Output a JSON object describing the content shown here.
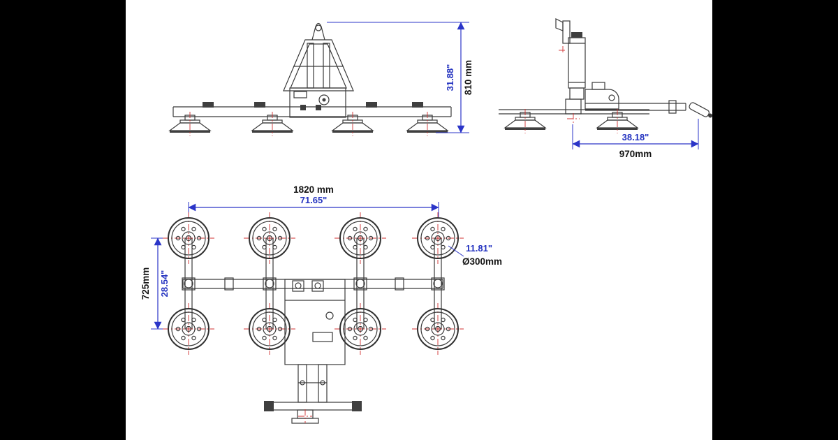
{
  "title": "Vacuum glass lifter technical drawing (three views)",
  "colors": {
    "background": "#000000",
    "panel": "#ffffff",
    "drawing_line": "#3a3a3a",
    "dimension": "#2b35c8",
    "center_mark": "#d03030"
  },
  "views": {
    "front": "front-view",
    "side": "side-view",
    "top": "top-view"
  },
  "dimensions": {
    "height": {
      "inches": "31.88\"",
      "mm": "810 mm"
    },
    "reach": {
      "inches": "38.18\"",
      "mm": "970mm"
    },
    "width": {
      "mm": "1820 mm",
      "inches": "71.65\""
    },
    "row_spacing": {
      "mm": "725mm",
      "inches": "28.54\""
    },
    "pad_diameter": {
      "inches": "11.81\"",
      "mm": "Ø300mm"
    }
  }
}
